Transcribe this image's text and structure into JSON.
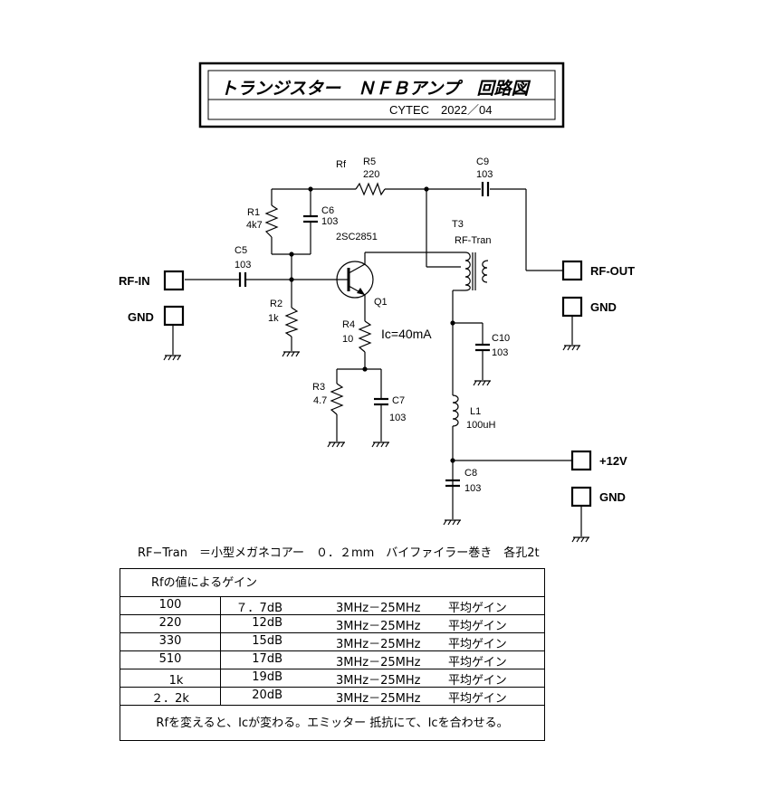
{
  "title": {
    "main": "トランジスター　ＮＦＢアンプ　回路図",
    "sub": "CYTEC　2022／04"
  },
  "components": {
    "rf": "Rf",
    "r5": {
      "ref": "R5",
      "value": "220"
    },
    "c9": {
      "ref": "C9",
      "value": "103"
    },
    "r1": {
      "ref": "R1",
      "value": "4k7"
    },
    "c6": {
      "ref": "C6",
      "value": "103"
    },
    "transistor": "2SC2851",
    "t3": {
      "ref": "T3",
      "value": "RF-Tran"
    },
    "c5": {
      "ref": "C5",
      "value": "103"
    },
    "r2": {
      "ref": "R2",
      "value": "1k"
    },
    "q1": "Q1",
    "r4": {
      "ref": "R4",
      "value": "10"
    },
    "ic": "Ic=40mA",
    "c10": {
      "ref": "C10",
      "value": "103"
    },
    "r3": {
      "ref": "R3",
      "value": "4.7"
    },
    "c7": {
      "ref": "C7",
      "value": "103"
    },
    "l1": {
      "ref": "L1",
      "value": "100uH"
    },
    "c8": {
      "ref": "C8",
      "value": "103"
    }
  },
  "terminals": {
    "rf_in": "RF-IN",
    "gnd_in": "GND",
    "rf_out": "RF-OUT",
    "gnd_out": "GND",
    "vcc": "+12V",
    "gnd_vcc": "GND"
  },
  "note": "RF−Tran　＝小型メガネコアー　０．２mm　バイファイラー巻き　各孔2t",
  "gain_table": {
    "header": "Rfの値によるゲイン",
    "rows": [
      {
        "rf": "100",
        "gain": "７．7dB",
        "band": "3MHz－25MHz",
        "label": "平均ゲイン"
      },
      {
        "rf": "220",
        "gain": "12dB",
        "band": "3MHz－25MHz",
        "label": "平均ゲイン"
      },
      {
        "rf": "330",
        "gain": "15dB",
        "band": "3MHz－25MHz",
        "label": "平均ゲイン"
      },
      {
        "rf": "510",
        "gain": "17dB",
        "band": "3MHz－25MHz",
        "label": "平均ゲイン"
      },
      {
        "rf": "　1k",
        "gain": "19dB",
        "band": "3MHz－25MHz",
        "label": "平均ゲイン"
      },
      {
        "rf": "２．2k",
        "gain": "20dB",
        "band": "3MHz－25MHz",
        "label": "平均ゲイン"
      }
    ],
    "footer": "Rfを変えると、Icが変わる。エミッター 抵抗にて、Icを合わせる。"
  }
}
